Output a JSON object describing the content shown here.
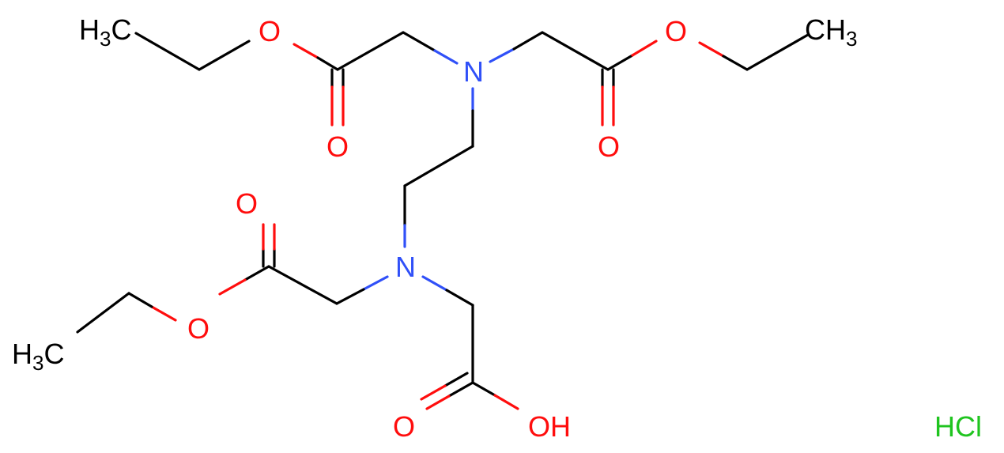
{
  "atoms": {
    "ch3_top_left": {
      "main": "H",
      "sub": "3",
      "tail": "C"
    },
    "o_ester_top_left": "O",
    "o_carbonyl_top_left": "O",
    "n_top": "N",
    "o_ester_top_right": "O",
    "o_carbonyl_top_right": "O",
    "ch3_top_right": {
      "main": "CH",
      "sub": "3"
    },
    "o_carbonyl_bottom_left": "O",
    "n_bottom": "N",
    "o_ester_bottom_left": "O",
    "ch3_bottom_left": {
      "main": "H",
      "sub": "3",
      "tail": "C"
    },
    "o_acid_carbonyl": "O",
    "oh_acid": "OH",
    "salt": "HCl"
  },
  "colors": {
    "carbon": "#000000",
    "oxygen": "#ff0d0d",
    "nitrogen": "#3050f8",
    "chlorine": "#1fc41f"
  }
}
